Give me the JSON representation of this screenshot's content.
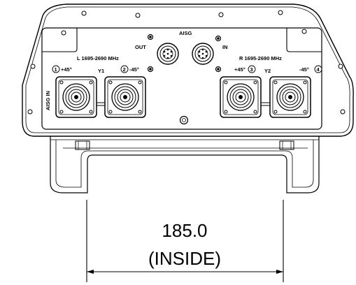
{
  "labels": {
    "aisg_top": "AISG",
    "out": "OUT",
    "in": "IN",
    "aisg_in": "AISG IN",
    "band_left": "L 1695-2690 MHz",
    "band_right": "R 1695-2690 MHz",
    "y1": "Y1",
    "y2": "Y2",
    "p1": "+45°",
    "p2": "-45°",
    "p3": "+45°",
    "p4": "-45°",
    "n1": "1",
    "n2": "2",
    "n3": "3",
    "n4": "4"
  },
  "dimension": {
    "value": "185.0",
    "note": "(INSIDE)"
  }
}
